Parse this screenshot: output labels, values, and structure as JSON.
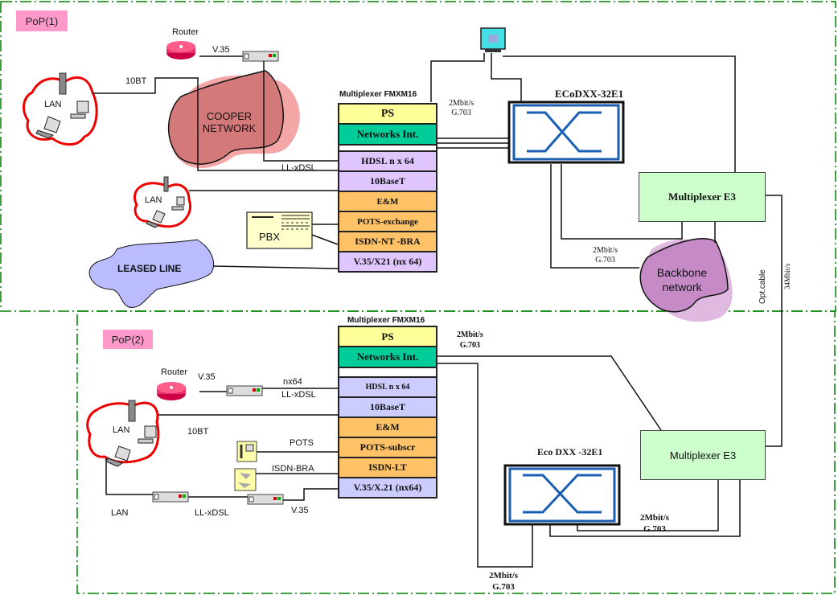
{
  "pop1": {
    "label": "PoP(1)",
    "router_label": "Router",
    "router_link": "V.35",
    "lan_label": "LAN",
    "lan_link": "10BT",
    "cooper_network": "COOPER NETWORK",
    "ll_xdsl": "LL-xDSL",
    "lan2_label": "LAN",
    "pbx_label": "PBX",
    "leased_line": "LEASED LINE",
    "mux_title": "Multiplexer FMXM16",
    "modules": [
      "PS",
      "Networks Int.",
      "",
      "HDSL n x 64",
      "10BaseT",
      "E&M",
      "POTS-exchange",
      "ISDN-NT -BRA",
      "V.35/X21 (nx 64)"
    ],
    "link_2m_top": [
      "2Mbit/s",
      "G.703"
    ],
    "dxx_title": "ECoDXX-32E1",
    "e3_title": "Multiplexer E3",
    "link_2m_mid": [
      "2Mbit/s",
      "G.703"
    ],
    "backbone": "Backbone network",
    "opt_cable": "Opt.cable",
    "opt_rate": "34Mbit/s"
  },
  "pop2": {
    "label": "PoP(2)",
    "mux_title": "Multiplexer FMXM16",
    "modules": [
      "PS",
      "Networks Int.",
      "",
      "HDSL n x 64",
      "10BaseT",
      "E&M",
      "POTS-subscr",
      "ISDN-LT",
      "V.35/X.21 (nx64)"
    ],
    "router_label": "Router",
    "router_link": "V.35",
    "nx64": "nx64",
    "ll_xdsl": "LL-xDSL",
    "lan_label": "LAN",
    "lan_link": "10BT",
    "pots": "POTS",
    "isdn_bra": "ISDN-BRA",
    "lan_bottom": "LAN",
    "ll_xdsl_bottom": "LL-xDSL",
    "v35_bottom": "V.35",
    "link_2m_top": [
      "2Mbit/s",
      "G.703"
    ],
    "e3_title": "Multiplexer E3",
    "dxx_title": "Eco DXX -32E1",
    "link_2m_right": [
      "2Mbit/s",
      "G.703"
    ],
    "link_2m_bottom": [
      "2Mbit/s",
      "G.703"
    ]
  },
  "colors": {
    "ps": "#ffff99",
    "networks": "#00cc99",
    "hdsl_pop1": "#e0c6ff",
    "hdsl_pop2": "#ccccff",
    "orange": "#ffc266",
    "e3": "#ccffcc",
    "dxx_blue": "#1a5fb4",
    "pop_badge": "#ff99cc",
    "border_green": "#008000"
  }
}
